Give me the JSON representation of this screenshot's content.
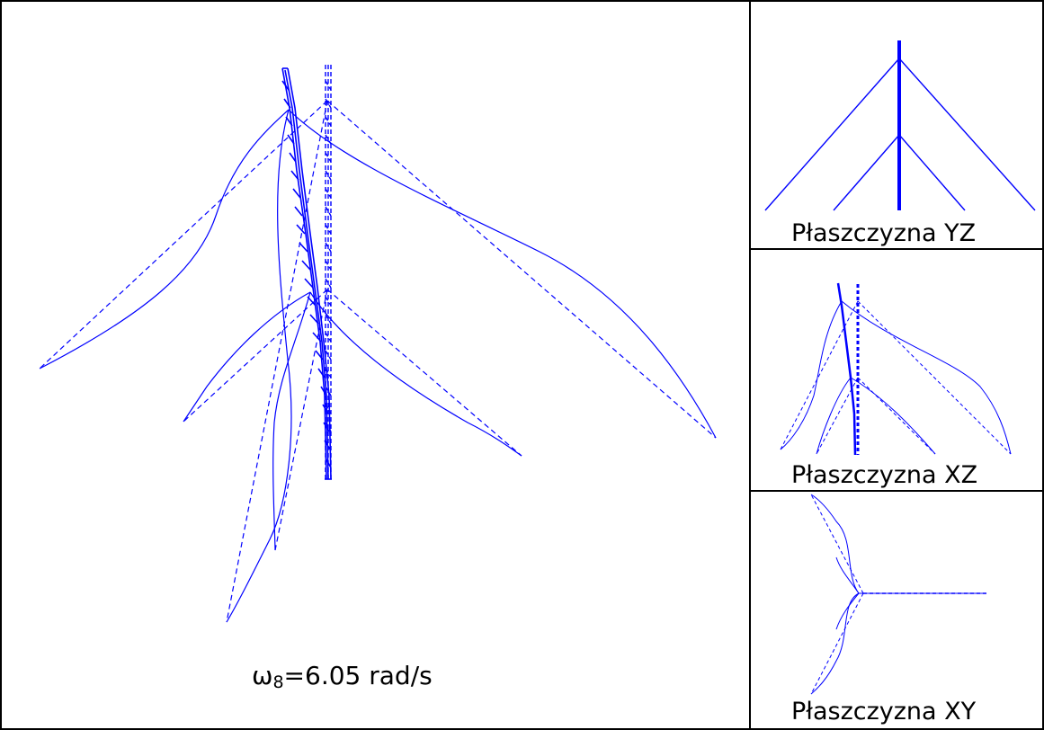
{
  "colors": {
    "structure": "#0000ff",
    "frame": "#000000",
    "background": "#ffffff"
  },
  "main_view": {
    "caption_symbol": "ω",
    "caption_subscript": "8",
    "caption_value": "=6.05 rad/s"
  },
  "panels": [
    {
      "id": "yz",
      "label": "Płaszczyzna YZ"
    },
    {
      "id": "xz",
      "label": "Płaszczyzna XZ"
    },
    {
      "id": "xy",
      "label": "Płaszczyzna XY"
    }
  ]
}
